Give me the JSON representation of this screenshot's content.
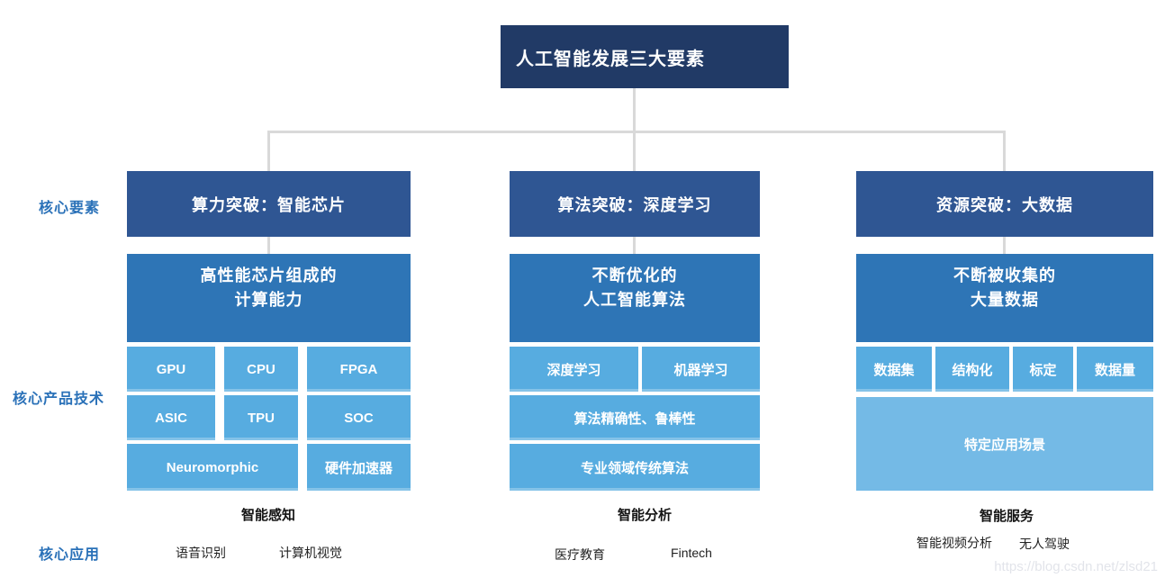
{
  "title": "人工智能发展三大要素",
  "row_labels": {
    "elements": "核心要素",
    "products": "核心产品技术",
    "applications": "核心应用"
  },
  "columns": [
    {
      "header": "算力突破：智能芯片",
      "description": "高性能芯片组成的\n计算能力",
      "chips": {
        "row1": [
          "GPU",
          "CPU",
          "FPGA"
        ],
        "row2": [
          "ASIC",
          "TPU",
          "SOC"
        ],
        "row3": [
          "Neuromorphic",
          "硬件加速器"
        ]
      },
      "category": "智能感知",
      "applications": [
        "语音识别",
        "计算机视觉"
      ]
    },
    {
      "header": "算法突破：深度学习",
      "description": "不断优化的\n人工智能算法",
      "chips": {
        "row1": [
          "深度学习",
          "机器学习"
        ],
        "row2": [
          "算法精确性、鲁棒性"
        ],
        "row3": [
          "专业领域传统算法"
        ]
      },
      "category": "智能分析",
      "applications": [
        "医疗教育",
        "Fintech"
      ]
    },
    {
      "header": "资源突破：大数据",
      "description": "不断被收集的\n大量数据",
      "chips": {
        "row1": [
          "数据集",
          "结构化",
          "标定",
          "数据量"
        ],
        "big": "特定应用场景"
      },
      "category": "智能服务",
      "applications": [
        "智能视频分析",
        "无人驾驶"
      ]
    }
  ],
  "colors": {
    "title_bg": "#213a66",
    "header_bg": "#2f5693",
    "description_bg": "#2e75b6",
    "chip_bg": "#57ace0",
    "big_chip_bg": "#74bae6",
    "connector": "#d9d9d9",
    "side_label": "#2a71b8"
  },
  "watermark": "https://blog.csdn.net/zlsd21"
}
